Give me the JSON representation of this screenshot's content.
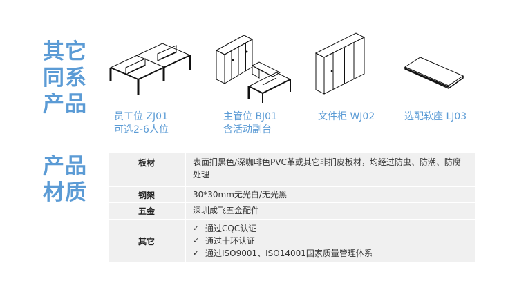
{
  "sections": {
    "other_products": {
      "heading_lines": [
        "其它",
        "同系",
        "产品"
      ]
    },
    "material": {
      "heading_lines": [
        "产品",
        "材质"
      ]
    }
  },
  "products": [
    {
      "name": "员工位 ZJ01",
      "subtitle": "可选2-6人位",
      "icon": "workstation-desk-icon"
    },
    {
      "name": "主管位 BJ01",
      "subtitle": "含活动副台",
      "icon": "manager-desk-icon"
    },
    {
      "name": "文件柜 WJ02",
      "subtitle": "",
      "icon": "file-cabinet-icon"
    },
    {
      "name": "选配软座 LJ03",
      "subtitle": "",
      "icon": "soft-cushion-icon"
    }
  ],
  "spec_table": {
    "rows": [
      {
        "key": "板材",
        "value": "表面扪黑色/深咖啡色PVC革或其它非扪皮板材，均经过防虫、防潮、防腐处理"
      },
      {
        "key": "钢架",
        "value": "30*30mm无光白/无光黑"
      },
      {
        "key": "五金",
        "value": "深圳成飞五金配件"
      },
      {
        "key": "其它",
        "items": [
          "通过CQC认证",
          "通过十环认证",
          "通过ISO9001、ISO14001国家质量管理体系"
        ],
        "check_icon": "✓"
      }
    ]
  },
  "colors": {
    "accent": "#5b9bd5",
    "table_bg": "#f0f0f0"
  }
}
